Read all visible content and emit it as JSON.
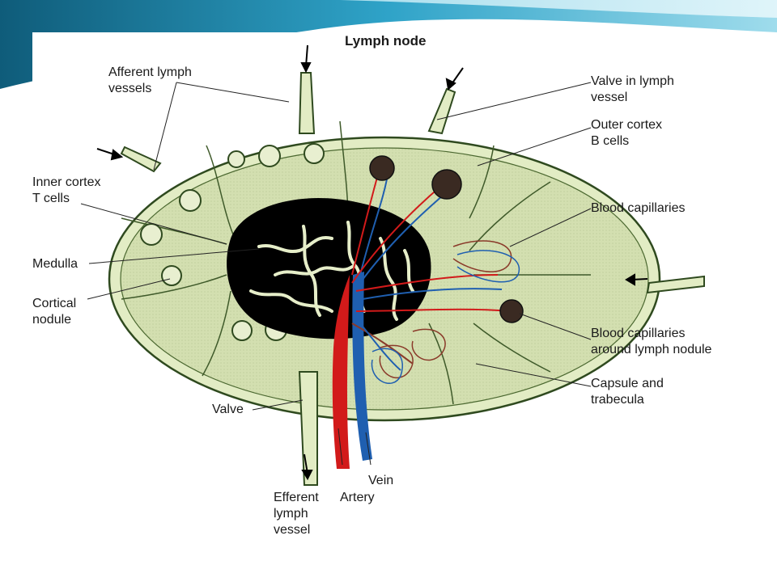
{
  "title": "Lymph node",
  "labels": {
    "afferent": "Afferent lymph\nvessels",
    "inner_cortex": "Inner cortex\nT cells",
    "medulla": "Medulla",
    "cortical_nodule": "Cortical\nnodule",
    "valve": "Valve",
    "efferent": "Efferent\nlymph\nvessel",
    "artery": "Artery",
    "vein": "Vein",
    "valve_in_lymph": "Valve in lymph\nvessel",
    "outer_cortex": "Outer cortex\nB cells",
    "blood_capillaries": "Blood capillaries",
    "capillaries_nodule": "Blood capillaries\naround lymph nodule",
    "capsule": "Capsule and\ntrabecula"
  },
  "colors": {
    "slide_accent": "#5bbbd9",
    "tissue": "#d6e2b4",
    "capsule_edge": "#3f5a2a",
    "medulla": "#000000",
    "artery": "#d21a1a",
    "vein": "#1f5fb0",
    "capillary": "#8a3a2a"
  }
}
